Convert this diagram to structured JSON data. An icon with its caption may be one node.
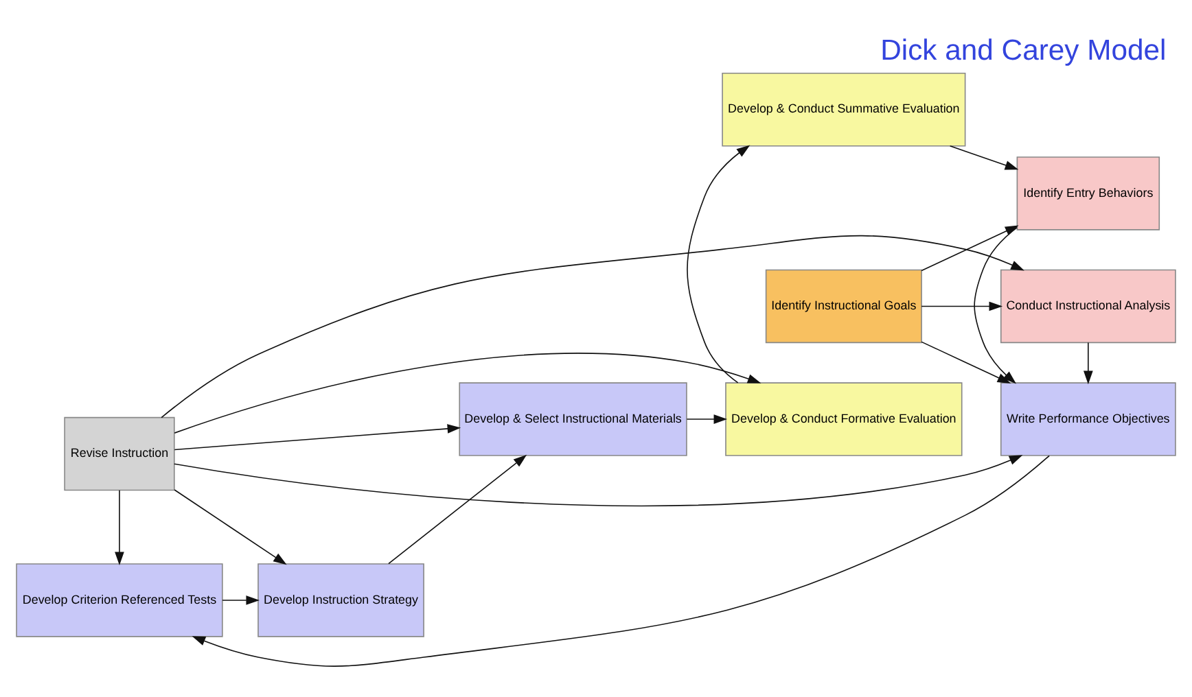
{
  "diagram": {
    "title": "Dick and Carey Model",
    "nodes": [
      {
        "text": [
          "Conduct Instructional Analysis"
        ]
      },
      {
        "text": [
          "Revise Instruction"
        ]
      },
      {
        "text": [
          "Identify Instructional Goals"
        ]
      },
      {
        "text": [
          "Write Performance Objectives"
        ]
      },
      {
        "text": [
          "Develop Criterion Referenced Tests"
        ]
      },
      {
        "text": [
          "Develop Instruction Strategy"
        ]
      },
      {
        "text": [
          "Develop & Select Instructional Materials"
        ]
      },
      {
        "text": [
          "Develop & Conduct Formative Evaluation"
        ]
      },
      {
        "text": [
          "Identify Entry Behaviors"
        ]
      },
      {
        "text": [
          "Develop & Conduct Summative Evaluation"
        ]
      }
    ],
    "edges": [
      {
        "from": 2,
        "to": 0,
        "arrow": "to"
      },
      {
        "from": 1,
        "to": 0,
        "arrow": "to"
      },
      {
        "from": 0,
        "to": 3,
        "arrow": "to"
      },
      {
        "from": 1,
        "to": 3,
        "arrow": "to"
      },
      {
        "from": 1,
        "to": 4,
        "arrow": "to"
      },
      {
        "from": 1,
        "to": 5,
        "arrow": "to"
      },
      {
        "from": 1,
        "to": 6,
        "arrow": "to"
      },
      {
        "from": 1,
        "to": 7,
        "arrow": "to"
      },
      {
        "from": 2,
        "to": 3,
        "arrow": "to"
      },
      {
        "from": 3,
        "to": 4,
        "arrow": "to"
      },
      {
        "from": 4,
        "to": 5,
        "arrow": "to"
      },
      {
        "from": 5,
        "to": 6,
        "arrow": "to"
      },
      {
        "from": 6,
        "to": 7,
        "arrow": "to"
      },
      {
        "from": 7,
        "to": 9,
        "arrow": "to"
      },
      {
        "from": 2,
        "to": 8,
        "arrow": "to"
      },
      {
        "from": 8,
        "to": 3,
        "arrow": "to"
      },
      {
        "from": 9,
        "to": 8,
        "arrow": "to"
      }
    ]
  }
}
